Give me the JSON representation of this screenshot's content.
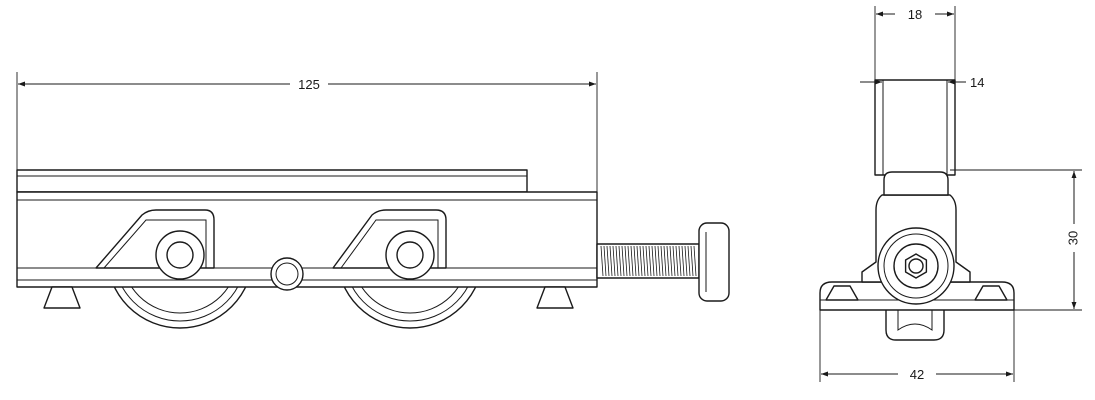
{
  "dimensions": {
    "side_length": "125",
    "end_top_width": "18",
    "end_thickness": "14",
    "end_height": "30",
    "end_base_width": "42"
  },
  "colors": {
    "line": "#1a1a1a",
    "background": "#ffffff"
  }
}
